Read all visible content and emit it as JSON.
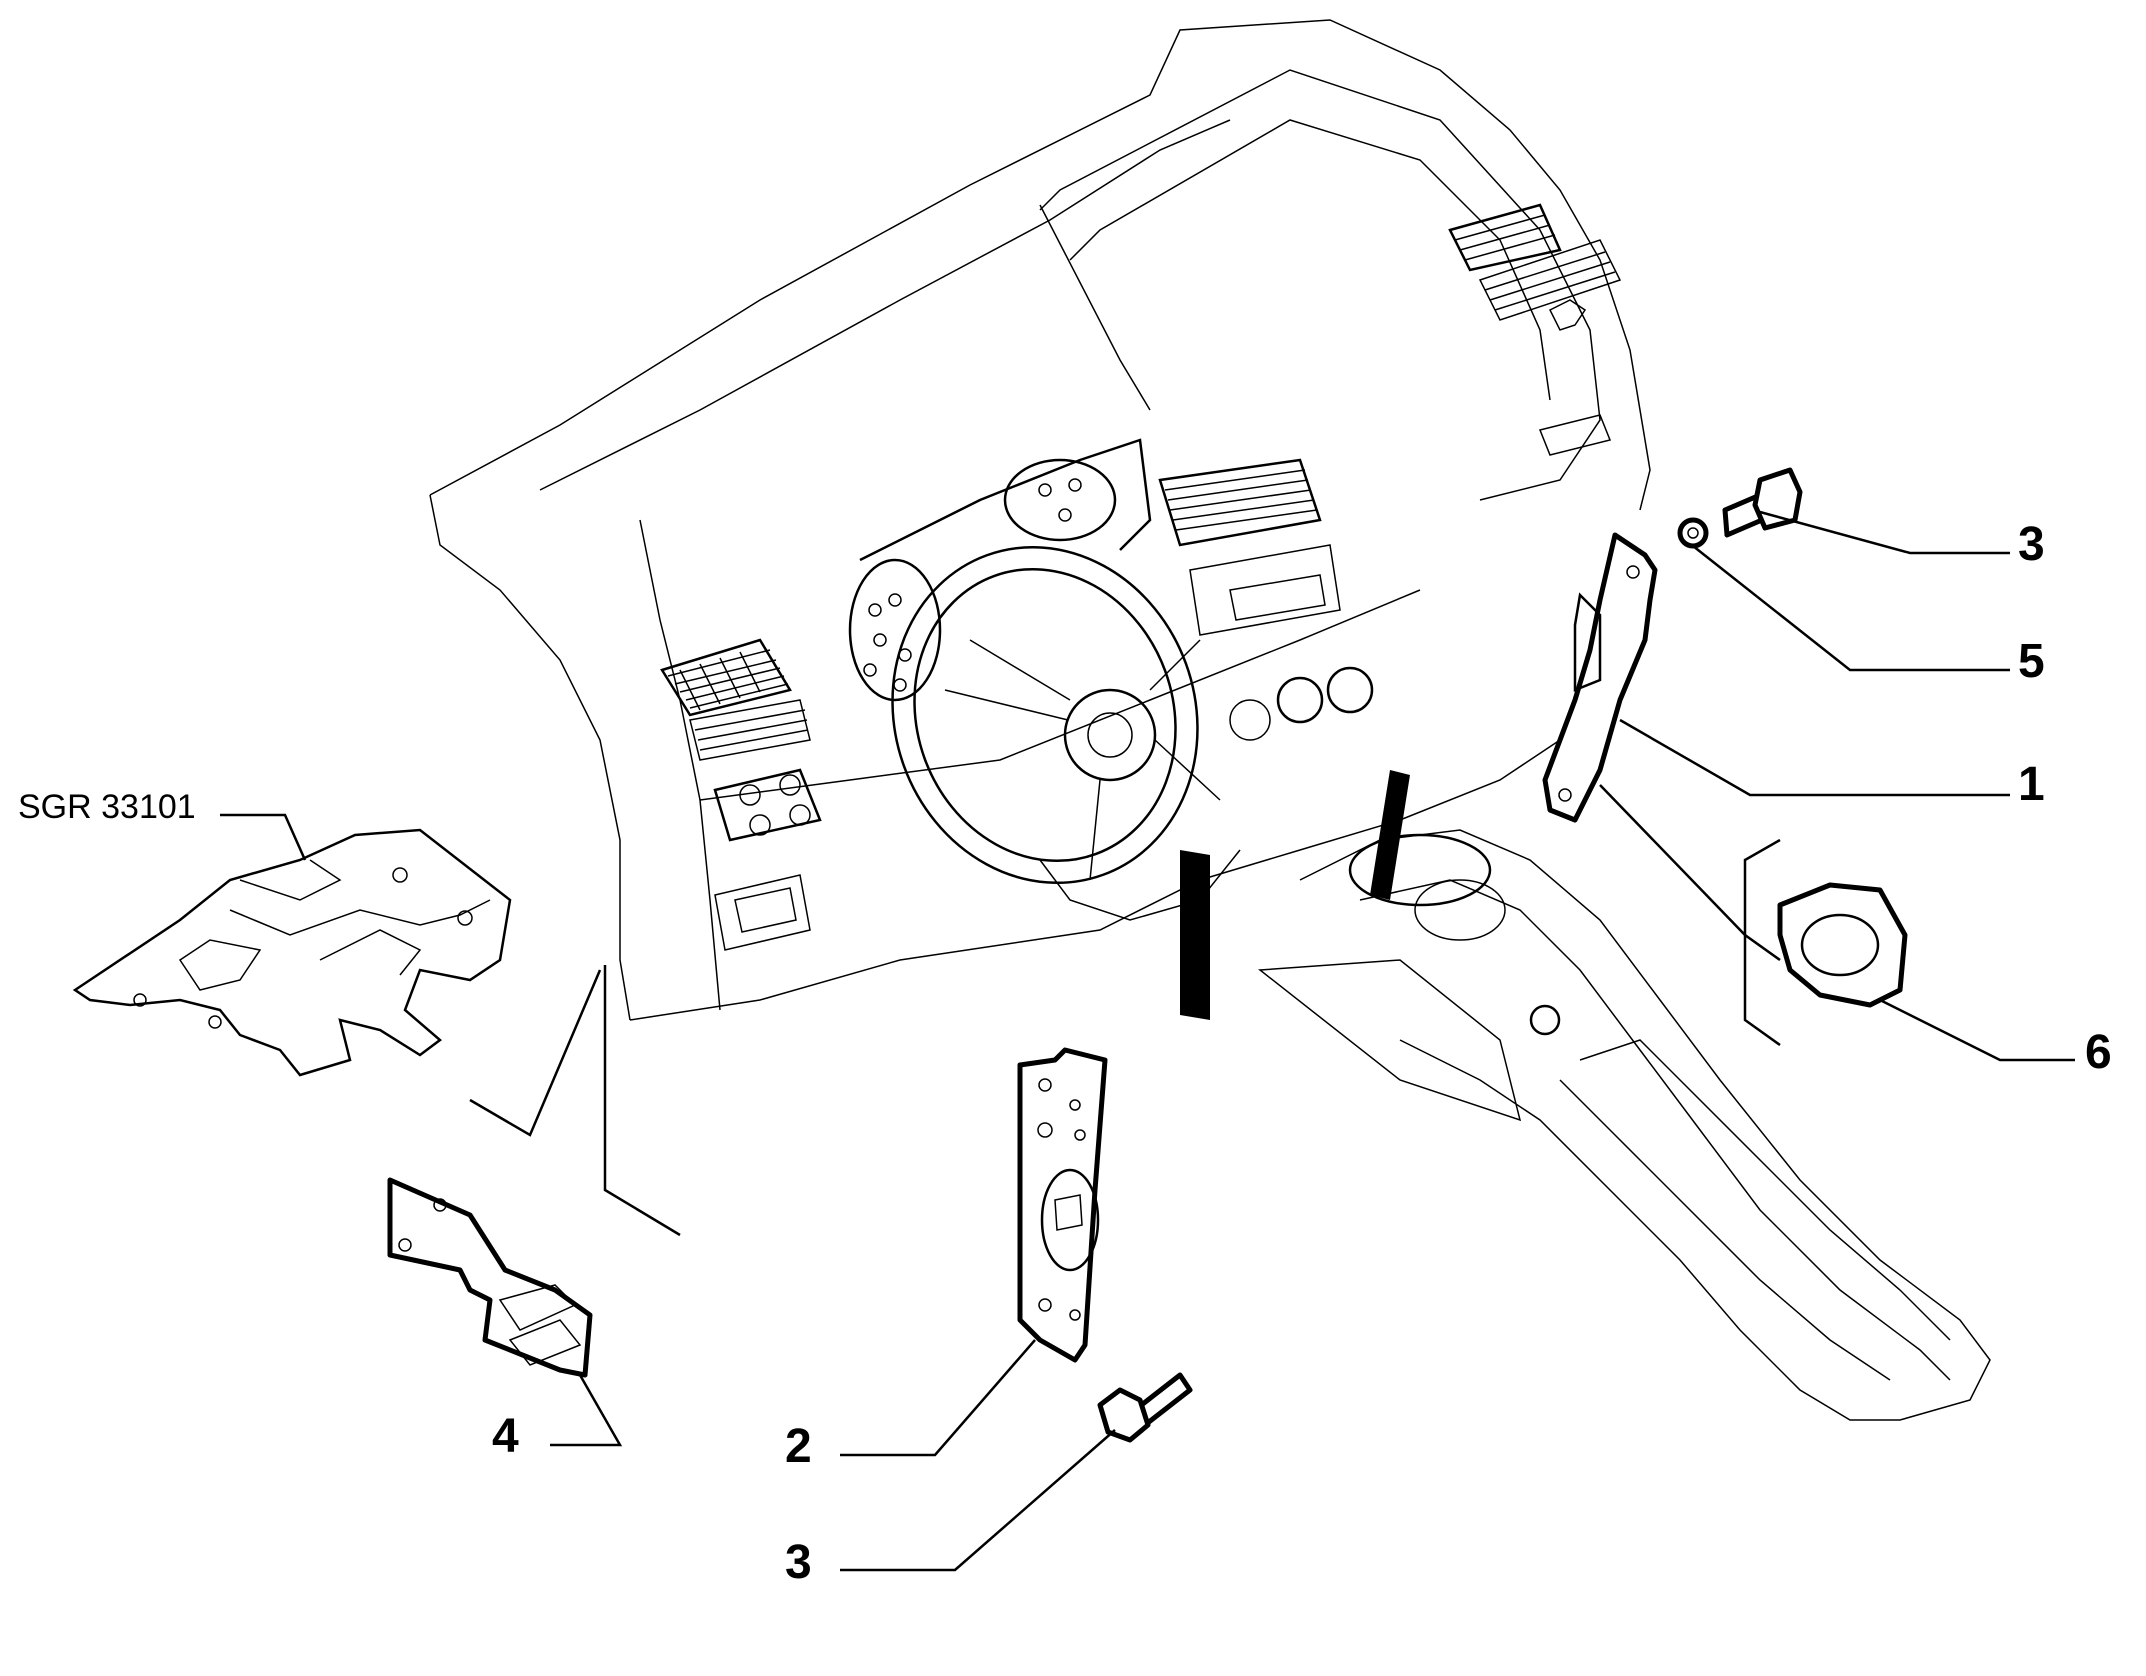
{
  "reference_code": "SGR 33101",
  "callouts": [
    {
      "id": "c3-top",
      "text": "3"
    },
    {
      "id": "c5",
      "text": "5"
    },
    {
      "id": "c1",
      "text": "1"
    },
    {
      "id": "c6",
      "text": "6"
    },
    {
      "id": "c4",
      "text": "4"
    },
    {
      "id": "c2",
      "text": "2"
    },
    {
      "id": "c3-bottom",
      "text": "3"
    }
  ]
}
